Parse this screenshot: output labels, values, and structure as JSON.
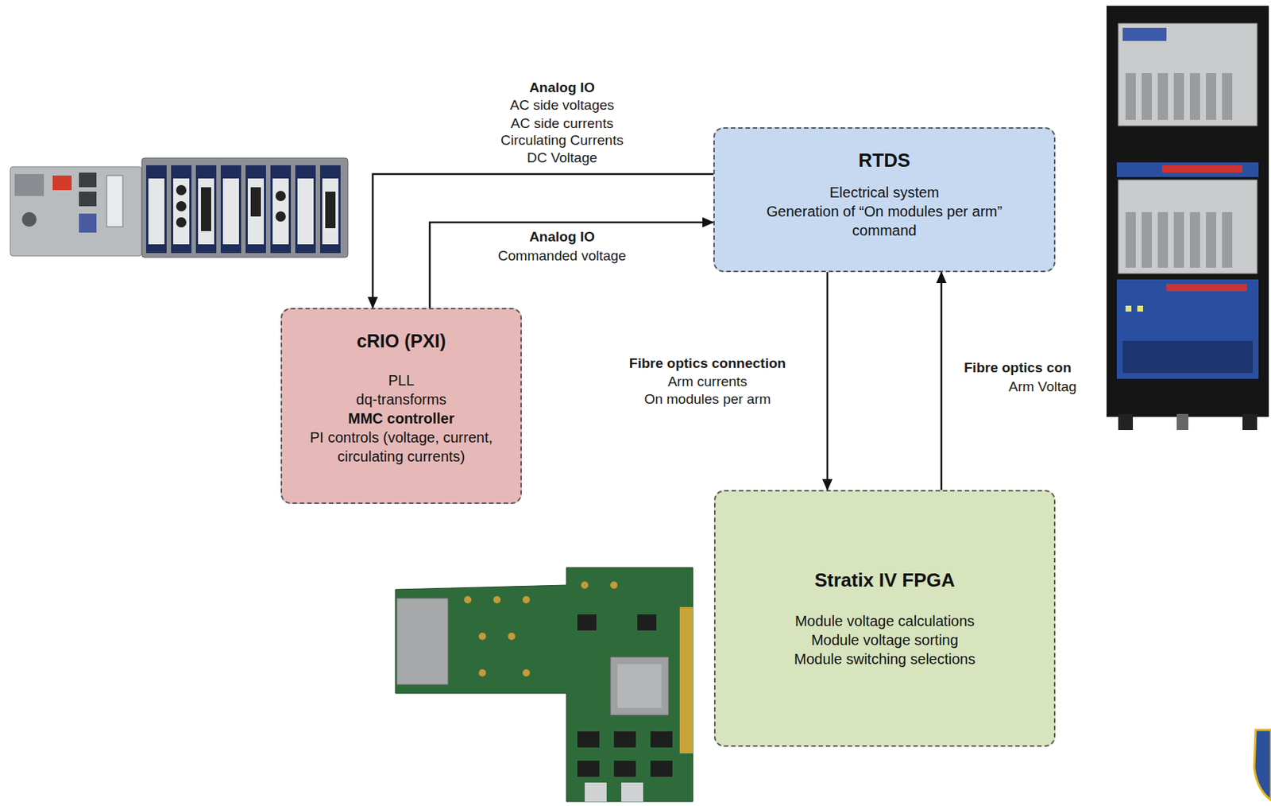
{
  "diagram": {
    "nodes": [
      {
        "text": [
          "RTDS",
          "Electrical system",
          "Generation of “On modules per arm” command"
        ]
      },
      {
        "text": [
          "cRIO (PXI)",
          "PLL",
          "dq-transforms",
          "MMC controller",
          "PI controls (voltage, current, circulating currents)"
        ]
      },
      {
        "text": [
          "Stratix IV FPGA",
          "Module voltage calculations",
          "Module voltage sorting",
          "Module switching selections"
        ]
      }
    ],
    "edges": [
      {
        "from": 0,
        "to": 1,
        "arrow": "to",
        "label": "Analog IO"
      },
      {
        "from": 1,
        "to": 0,
        "arrow": "to",
        "label": "Analog IO"
      },
      {
        "from": 0,
        "to": 2,
        "arrow": "to",
        "label": "Fibre optics connection"
      },
      {
        "from": 2,
        "to": 0,
        "arrow": "to",
        "label": "Fibre optics con"
      }
    ],
    "labels": [
      "AC side voltages",
      "AC side currents",
      "Circulating Currents",
      "DC Voltage",
      "Commanded voltage",
      "Arm currents",
      "On modules per arm",
      "Arm Voltag"
    ]
  }
}
